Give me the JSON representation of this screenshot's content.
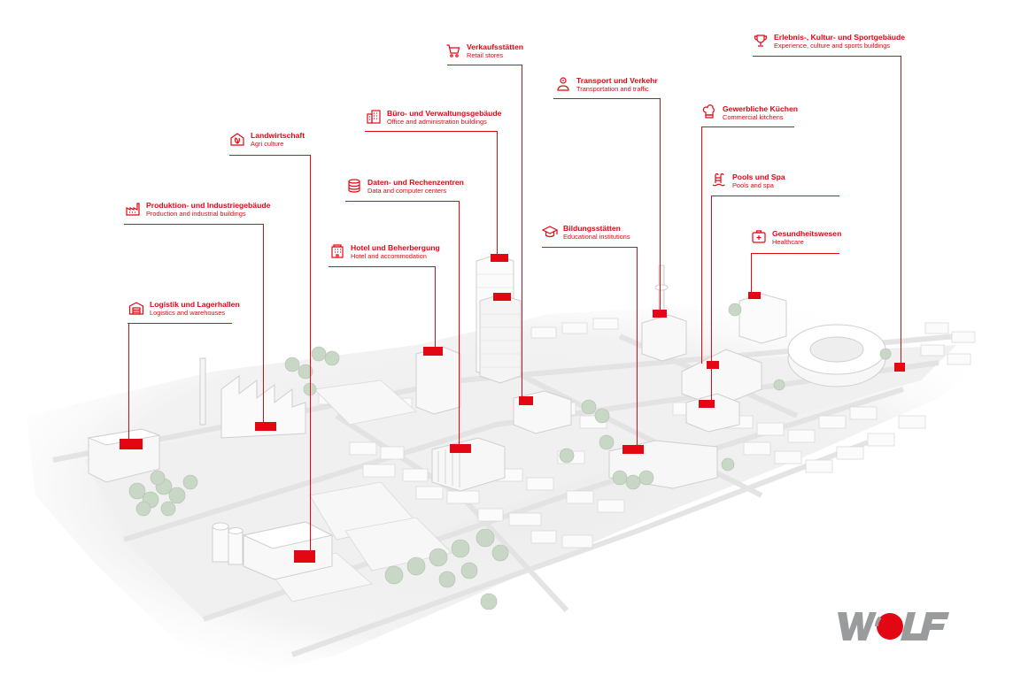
{
  "brand": {
    "name": "WOLF",
    "accent": "#e30613",
    "logo_gray": "#9a9b9d"
  },
  "callouts": [
    {
      "id": "erlebnis",
      "icon": "trophy-icon",
      "de": "Erlebnis-, Kultur- und Sportgebäude",
      "en": "Experience, culture and sports buildings"
    },
    {
      "id": "verkauf",
      "icon": "shopping-cart-icon",
      "de": "Verkaufsstätten",
      "en": "Retail stores"
    },
    {
      "id": "transport",
      "icon": "person-with-map-pin-icon",
      "de": "Transport und Verkehr",
      "en": "Transportation and traffic"
    },
    {
      "id": "kuechen",
      "icon": "chef-hat-icon",
      "de": "Gewerbliche Küchen",
      "en": "Commercial kitchens"
    },
    {
      "id": "buero",
      "icon": "office-building-icon",
      "de": "Büro- und Verwaltungsgebäude",
      "en": "Office and administration buildings"
    },
    {
      "id": "landwirtschaft",
      "icon": "barn-leaf-icon",
      "de": "Landwirtschaft",
      "en": "Agri culture"
    },
    {
      "id": "daten",
      "icon": "database-icon",
      "de": "Daten- und Rechenzentren",
      "en": "Data and computer centers"
    },
    {
      "id": "pools",
      "icon": "pool-ladder-icon",
      "de": "Pools und Spa",
      "en": "Pools and spa"
    },
    {
      "id": "produktion",
      "icon": "factory-icon",
      "de": "Produktion- und Industriegebäude",
      "en": "Production and industrial buildings"
    },
    {
      "id": "bildung",
      "icon": "graduation-cap-icon",
      "de": "Bildungsstätten",
      "en": "Educational institutions"
    },
    {
      "id": "gesundheit",
      "icon": "medical-cross-icon",
      "de": "Gesundheitswesen",
      "en": "Healthcare"
    },
    {
      "id": "hotel",
      "icon": "hotel-icon",
      "de": "Hotel und Beherbergung",
      "en": "Hotel and accommodation"
    },
    {
      "id": "logistik",
      "icon": "warehouse-icon",
      "de": "Logistik und Lagerhallen",
      "en": "Logistics and warehouses"
    }
  ]
}
